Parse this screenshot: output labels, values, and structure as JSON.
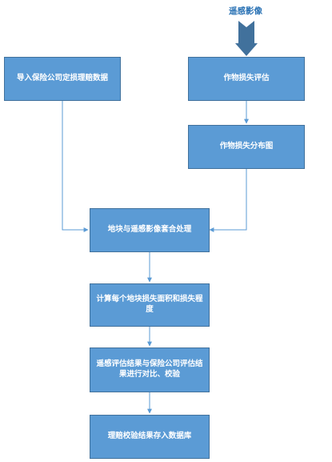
{
  "diagram": {
    "source_label": "遥感影像",
    "nodes": {
      "import": "导入保险公司定损理赔数据",
      "assess": "作物损失评估",
      "distribution": "作物损失分布图",
      "overlay": "地块与遥感影像套合处理",
      "compute": "计算每个地块损失面积和损失程度",
      "compare": "遥感评估结果与保险公司评估结果进行对比、校验",
      "store": "理赔校验结果存入数据库"
    }
  }
}
